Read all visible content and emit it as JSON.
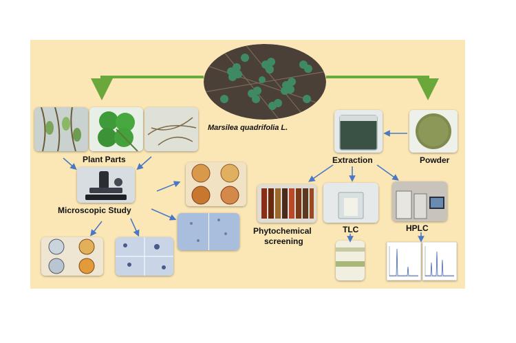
{
  "labels": {
    "species": "Marsilea quadrifolia L.",
    "plant_parts": "Plant Parts",
    "microscopic_study": "Microscopic Study",
    "extraction": "Extraction",
    "powder": "Powder",
    "phytochemical_1": "Phytochemical",
    "phytochemical_2": "screening",
    "tlc": "TLC",
    "hplc": "HPLC"
  },
  "colors": {
    "panel": "#fbe7b6",
    "green_arrow": "#6aa83c",
    "blue_arrow": "#4a78c4"
  }
}
